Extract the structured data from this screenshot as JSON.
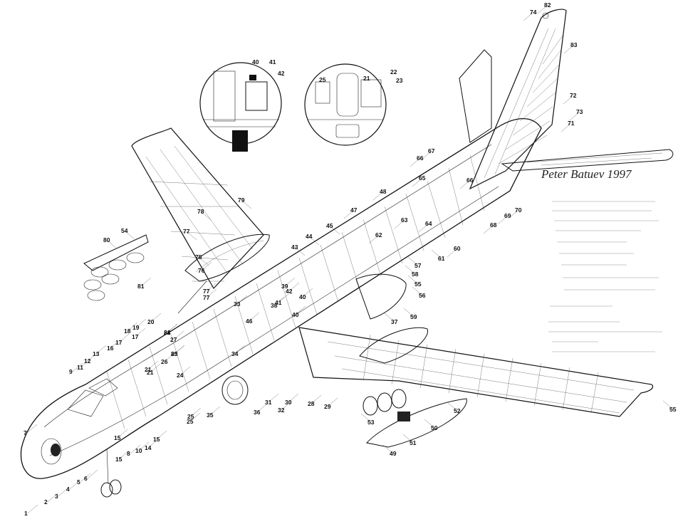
{
  "signature": "Peter Batuev 1997",
  "callouts": [
    "1",
    "2",
    "3",
    "4",
    "5",
    "6",
    "7",
    "8",
    "9",
    "10",
    "11",
    "12",
    "13",
    "14",
    "15",
    "15",
    "15",
    "16",
    "17",
    "17",
    "18",
    "19",
    "20",
    "21",
    "21",
    "22",
    "23",
    "24",
    "25",
    "25",
    "26",
    "27",
    "28",
    "29",
    "30",
    "31",
    "32",
    "33",
    "34",
    "35",
    "36",
    "37",
    "38",
    "39",
    "40",
    "40",
    "41",
    "42",
    "43",
    "44",
    "45",
    "46",
    "47",
    "48",
    "49",
    "50",
    "51",
    "52",
    "53",
    "54",
    "55",
    "55",
    "56",
    "57",
    "58",
    "59",
    "60",
    "61",
    "62",
    "63",
    "64",
    "65",
    "66",
    "66",
    "67",
    "68",
    "69",
    "70",
    "71",
    "72",
    "73",
    "74",
    "75",
    "76",
    "77",
    "77",
    "77",
    "78",
    "79",
    "80",
    "81",
    "82",
    "83",
    "84",
    "85"
  ],
  "inset_left_labels": [
    "40",
    "41",
    "42"
  ],
  "inset_right_labels": [
    "25",
    "21",
    "22",
    "23"
  ]
}
